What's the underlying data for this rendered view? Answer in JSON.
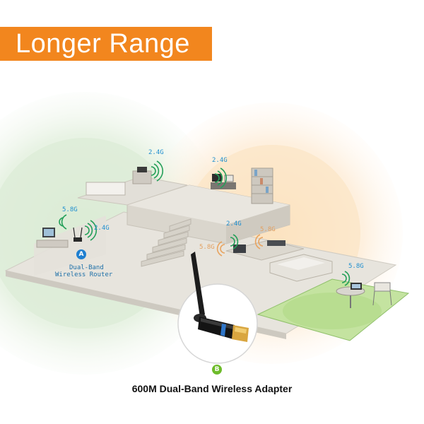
{
  "banner": {
    "title": "Longer Range",
    "color": "#f2861e"
  },
  "bands": {
    "bedroom": "2.4G",
    "office_upper": "2.4G",
    "router_5g": "5.8G",
    "router_24g": "2.4G",
    "living_24g": "2.4G",
    "living_5g_left": "5.8G",
    "living_5g_right": "5.8G",
    "garden_5g": "5.8G"
  },
  "router": {
    "badge": "A",
    "label_line1": "Dual-Band",
    "label_line2": "Wireless Router"
  },
  "adapter": {
    "badge": "B",
    "caption": "600M Dual-Band Wireless Adapter"
  },
  "colors": {
    "green_zone": "#cfe6c8",
    "orange_zone": "#fbe3c2",
    "badge_a": "#1f7fd0",
    "badge_b": "#6dbb2a",
    "lawn": "#bfe09a"
  }
}
